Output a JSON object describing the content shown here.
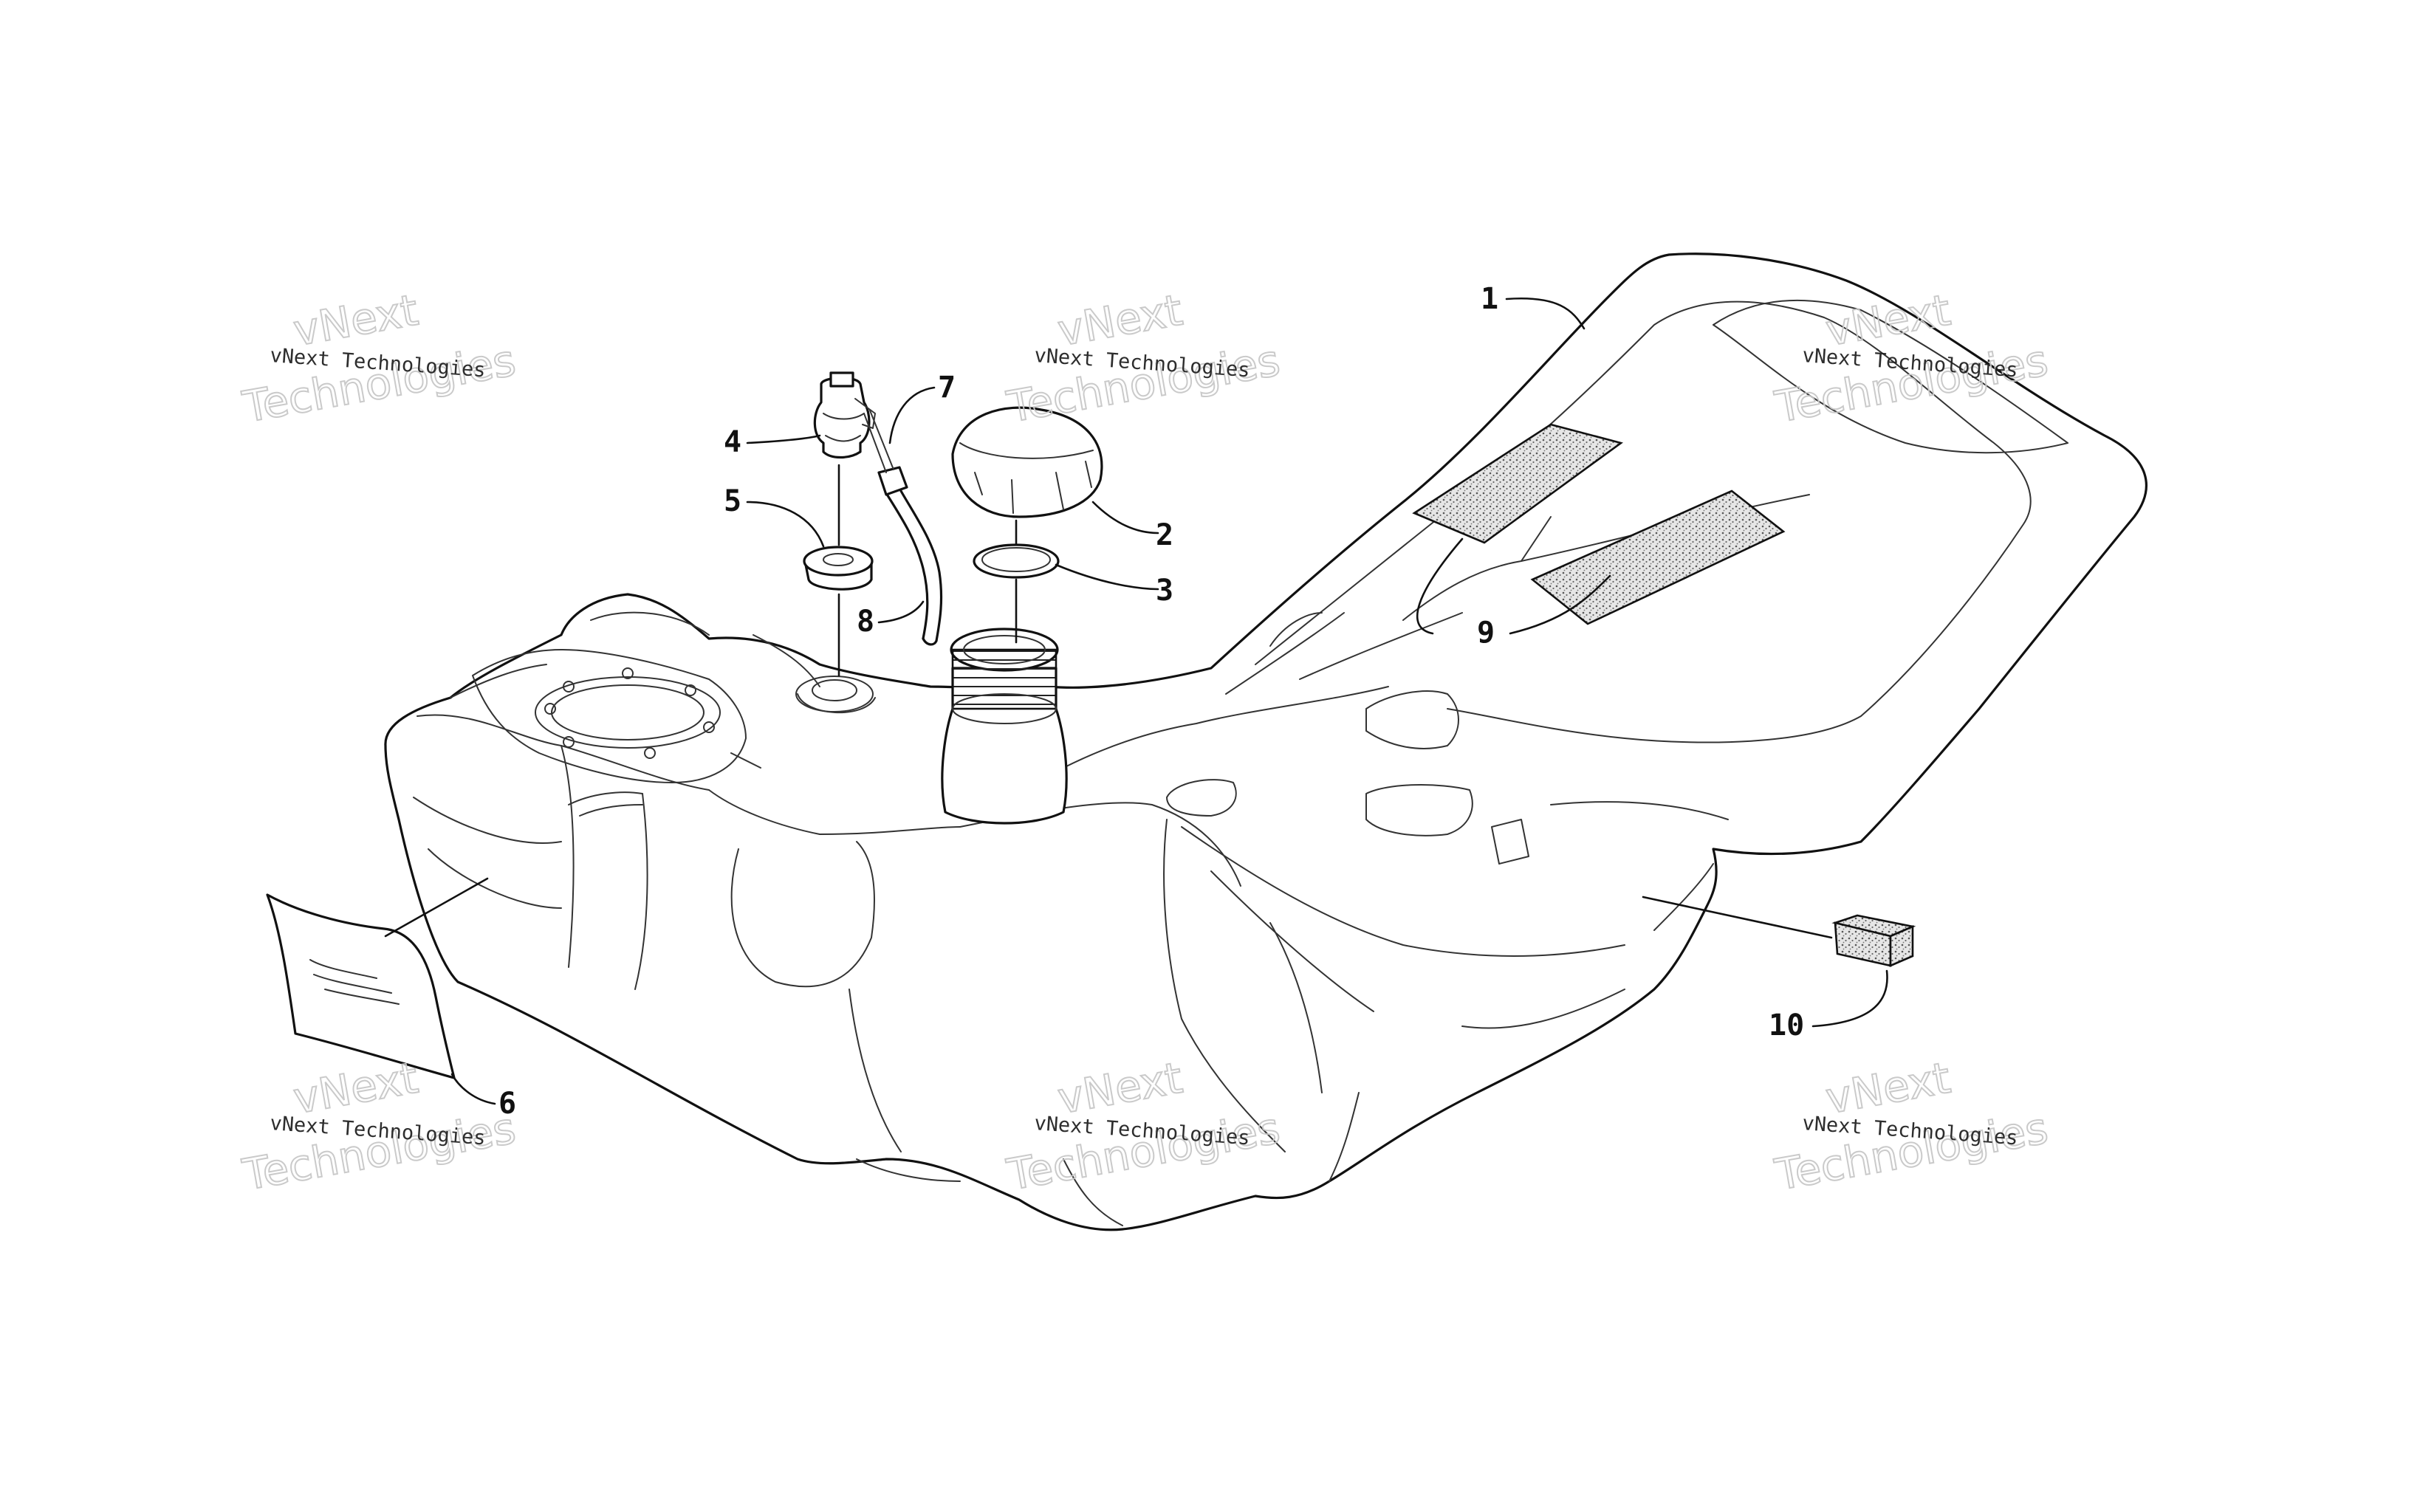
{
  "diagram": {
    "callouts": [
      {
        "id": "1",
        "label": "1"
      },
      {
        "id": "2",
        "label": "2"
      },
      {
        "id": "3",
        "label": "3"
      },
      {
        "id": "4",
        "label": "4"
      },
      {
        "id": "5",
        "label": "5"
      },
      {
        "id": "6",
        "label": "6"
      },
      {
        "id": "7",
        "label": "7"
      },
      {
        "id": "8",
        "label": "8"
      },
      {
        "id": "9",
        "label": "9"
      },
      {
        "id": "10",
        "label": "10"
      }
    ],
    "watermark": {
      "line_small": "vNext Technologies",
      "big_top": "vNext",
      "big_bottom": "Technologies"
    }
  }
}
